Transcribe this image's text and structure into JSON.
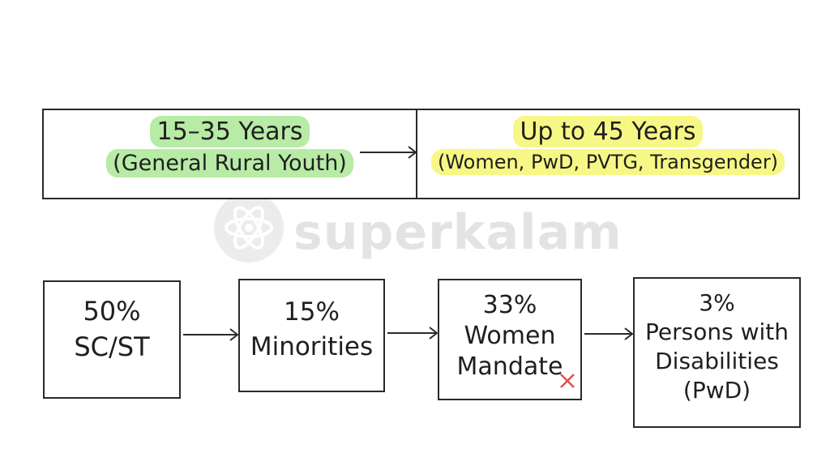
{
  "top_row": {
    "left": {
      "line1": "15–35 Years",
      "line2": "(General Rural Youth)"
    },
    "right": {
      "line1": "Up to 45 Years",
      "line2": "(Women, PwD, PVTG, Transgender)"
    }
  },
  "bottom_row": {
    "box1": {
      "lines": [
        "50%",
        "SC/ST"
      ]
    },
    "box2": {
      "lines": [
        "15%",
        "Minorities"
      ]
    },
    "box3": {
      "lines": [
        "33%",
        "Women",
        "Mandate"
      ]
    },
    "box4": {
      "lines": [
        "3%",
        "Persons with",
        "Disabilities",
        "(PwD)"
      ]
    }
  },
  "watermark": {
    "text": "superkalam",
    "icon": "atom-icon"
  },
  "mark": {
    "icon": "cross-mark-icon",
    "color": "#e05050"
  },
  "colors": {
    "green_highlight": "#aee896",
    "yellow_highlight": "#f6f678",
    "stroke": "#2a2a2a"
  }
}
